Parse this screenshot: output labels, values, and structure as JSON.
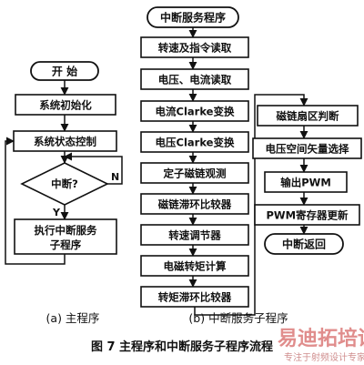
{
  "main_flow": {
    "start": "开  始",
    "init": "系统初始化",
    "status": "系统状态控制",
    "decision": "中断?",
    "execute_line1": "执行中断服务",
    "execute_line2": "子程序",
    "label_no": "N",
    "label_yes": "Y",
    "caption": "(a) 主程序"
  },
  "isr_flow": {
    "title": "中断服务程序",
    "col1": [
      "转速及指令读取",
      "电压、电流读取",
      "电流Clarke变换",
      "电压Clarke变换",
      "定子磁链观测",
      "磁链滞环比较器",
      "转速调节器",
      "电磁转矩计算",
      "转矩滞环比较器"
    ],
    "col2": [
      "磁链扇区判断",
      "电压空间矢量选择",
      "输出PWM",
      "PWM寄存器更新"
    ],
    "end": "中断返回",
    "caption": "(b) 中断服务子程序"
  },
  "figure_caption": "图 7    主程序和中断服务子程序流程",
  "watermark": {
    "brand": "易迪拓培训",
    "sub": "专注于射频设计专家"
  }
}
